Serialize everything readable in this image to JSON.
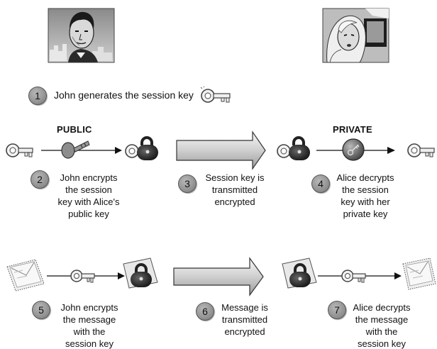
{
  "step1": {
    "number": "1",
    "text": "John generates the session key"
  },
  "labels": {
    "public": "PUBLIC",
    "private": "PRIVATE"
  },
  "steps": [
    {
      "number": "2",
      "lines": [
        "John encrypts",
        "the session",
        "key with Alice's",
        "public key"
      ]
    },
    {
      "number": "3",
      "lines": [
        "Session key is",
        "transmitted",
        "encrypted"
      ]
    },
    {
      "number": "4",
      "lines": [
        "Alice decrypts",
        "the session",
        "key with her",
        "private key"
      ]
    },
    {
      "number": "5",
      "lines": [
        "John encrypts",
        "the message",
        "with the",
        "session key"
      ]
    },
    {
      "number": "6",
      "lines": [
        "Message is",
        "transmitted",
        "encrypted"
      ]
    },
    {
      "number": "7",
      "lines": [
        "Alice decrypts",
        "the message",
        "with the",
        "session key"
      ]
    }
  ]
}
